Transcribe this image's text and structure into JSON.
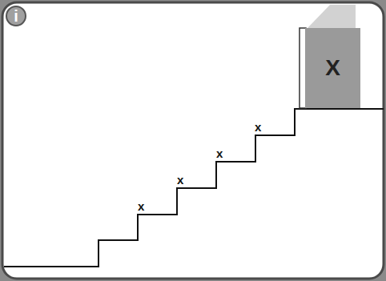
{
  "diagram": {
    "nodes": [
      {
        "text": [
          "i"
        ]
      },
      {
        "text": [
          "X"
        ]
      }
    ],
    "labels": [
      "x",
      "x",
      "x",
      "x"
    ]
  }
}
